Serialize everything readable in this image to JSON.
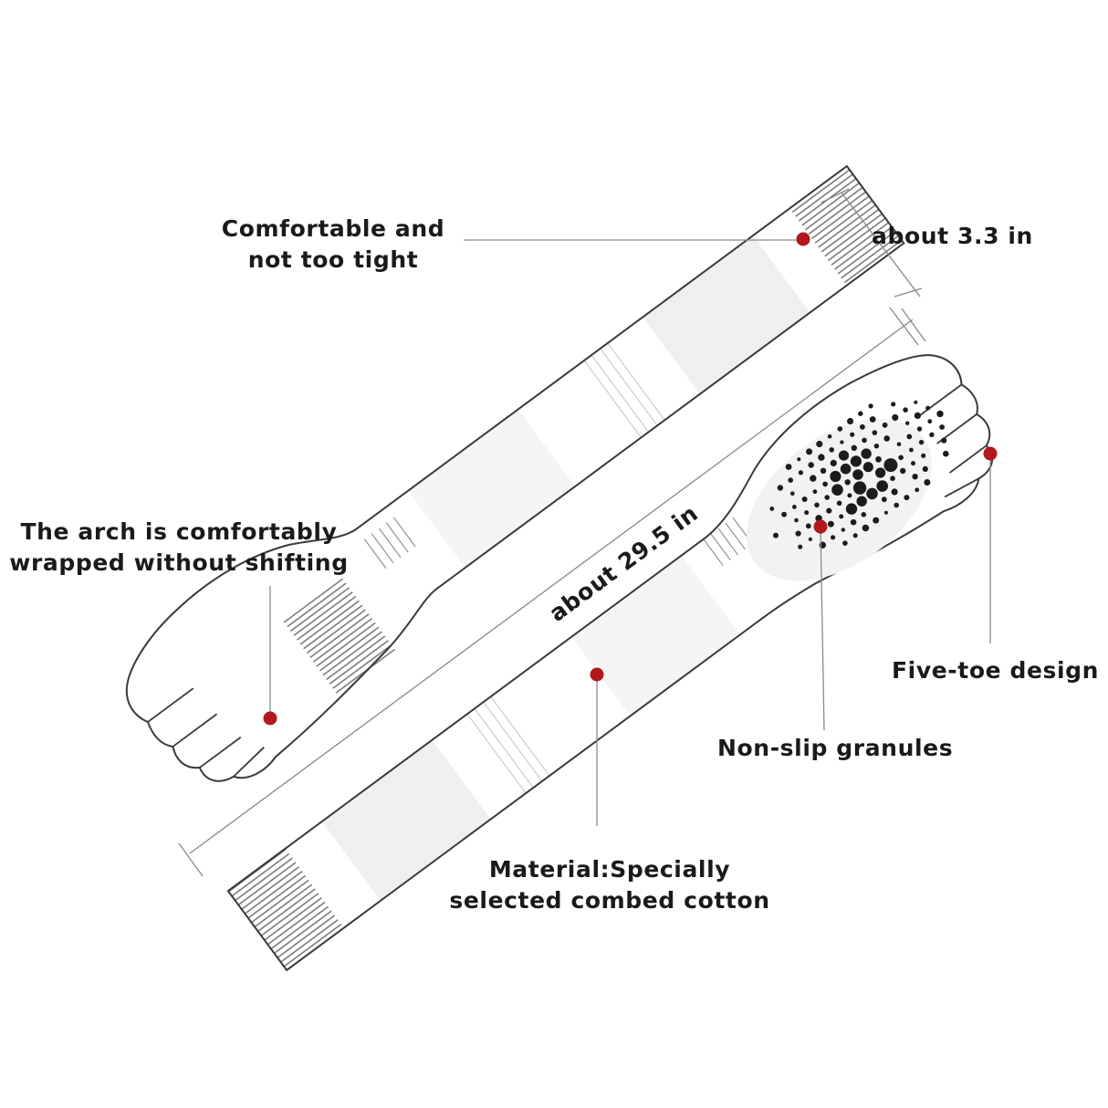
{
  "callouts": {
    "comfort": {
      "line1": "Comfortable and",
      "line2": "not too tight"
    },
    "arch": {
      "line1": "The arch is comfortably",
      "line2": "wrapped without shifting"
    },
    "five_toe": {
      "text": "Five-toe design"
    },
    "non_slip": {
      "text": "Non-slip granules"
    },
    "material": {
      "line1": "Material:Specially",
      "line2": "selected combed cotton"
    }
  },
  "dimensions": {
    "width": "about 3.3 in",
    "length": "about 29.5 in"
  },
  "colors": {
    "outline": "#3a3a3a",
    "marker": "#b3181d",
    "leader": "#8a8a8a",
    "band": "#efefef",
    "dots": "#1c1c1c"
  }
}
